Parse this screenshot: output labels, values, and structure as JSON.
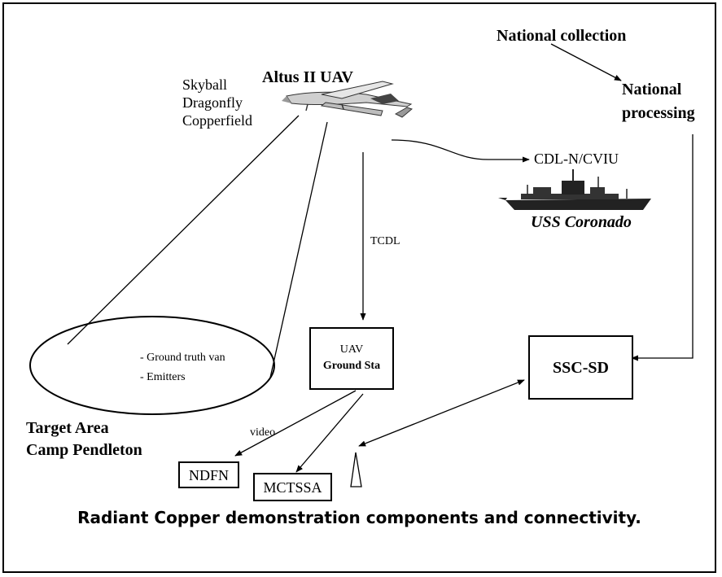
{
  "uav": {
    "title": "Altus II UAV",
    "payloads": [
      "Skyball",
      "Dragonfly",
      "Copperfield"
    ]
  },
  "national": {
    "collection": "National collection",
    "processing_line1": "National",
    "processing_line2": "processing"
  },
  "ship": {
    "link": "CDL-N/CVIU",
    "name": "USS Coronado"
  },
  "links": {
    "tcdl": "TCDL",
    "video": "video"
  },
  "target_area": {
    "items": [
      "- Ground truth van",
      "- Emitters"
    ],
    "label_line1": "Target Area",
    "label_line2": "Camp Pendleton"
  },
  "nodes": {
    "ground_station_line1": "UAV",
    "ground_station_line2": "Ground Sta",
    "ssc": "SSC-SD",
    "ndfn": "NDFN",
    "mctssa": "MCTSSA"
  },
  "caption": "Radiant Copper demonstration components and connectivity.",
  "colors": {
    "ink": "#000000",
    "background": "#ffffff"
  },
  "icons": [
    "uav-aircraft-icon",
    "navy-ship-icon",
    "antenna-tower-icon"
  ]
}
